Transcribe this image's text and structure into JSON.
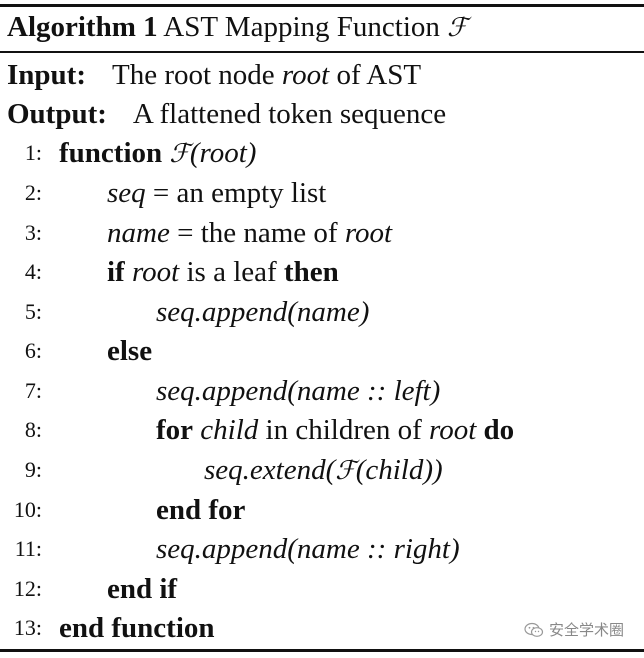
{
  "algorithm": {
    "label": "Algorithm 1",
    "title": "AST Mapping Function",
    "title_symbol": "ℱ"
  },
  "input": {
    "label": "Input:",
    "text_before": "The root node",
    "var": "root",
    "text_after": "of AST"
  },
  "output": {
    "label": "Output:",
    "text": "A flattened token sequence"
  },
  "lines": [
    {
      "num": "1:",
      "kw": "function",
      "sym": "ℱ",
      "rest": "(root)"
    },
    {
      "num": "2:",
      "var": "seq",
      "op": " = ",
      "text": "an empty list"
    },
    {
      "num": "3:",
      "var": "name",
      "op": " = ",
      "text": "the name of ",
      "var2": "root"
    },
    {
      "num": "4:",
      "kw": "if",
      "var": "root",
      "text": " is a leaf ",
      "kw2": "then"
    },
    {
      "num": "5:",
      "expr": "seq.append(name)"
    },
    {
      "num": "6:",
      "kw": "else"
    },
    {
      "num": "7:",
      "expr": "seq.append(name :: left)"
    },
    {
      "num": "8:",
      "kw": "for",
      "var": "child",
      "text": " in children of ",
      "var2": "root",
      "kw2": "do"
    },
    {
      "num": "9:",
      "expr_a": "seq.extend(",
      "sym": "ℱ",
      "expr_b": "(child))"
    },
    {
      "num": "10:",
      "kw": "end for"
    },
    {
      "num": "11:",
      "expr": "seq.append(name :: right)"
    },
    {
      "num": "12:",
      "kw": "end if"
    },
    {
      "num": "13:",
      "kw": "end function"
    }
  ],
  "watermark": {
    "text": "安全学术圈",
    "icon": "wechat-icon"
  }
}
